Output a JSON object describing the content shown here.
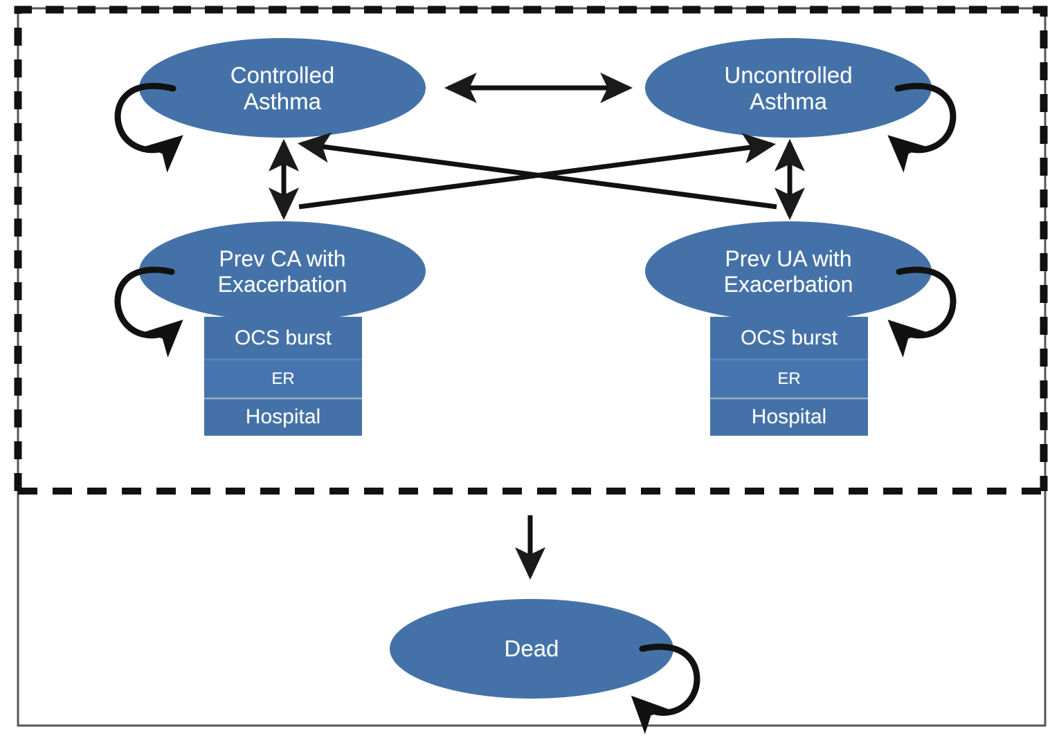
{
  "figure": {
    "type": "state-transition-diagram",
    "alive_compartment_border": "dashed",
    "outer_border": "solid"
  },
  "colors": {
    "node_fill": "#4472A8",
    "box_fill": "#4472A8",
    "box_divider": "#5B87BC",
    "node_text": "#FFFFFF",
    "arrow": "#1A1A1A",
    "border": "#1A1A1A",
    "background": "#FFFFFF"
  },
  "nodes": [
    {
      "id": "controlled-asthma",
      "label": "Controlled\nAsthma",
      "shape": "ellipse",
      "self_loop": true,
      "self_loop_side": "left"
    },
    {
      "id": "uncontrolled-asthma",
      "label": "Uncontrolled\nAsthma",
      "shape": "ellipse",
      "self_loop": true,
      "self_loop_side": "right"
    },
    {
      "id": "prev-ca-exacerbation",
      "label": "Prev CA with\nExacerbation",
      "shape": "ellipse",
      "self_loop": true,
      "self_loop_side": "left",
      "sub_boxes": [
        "OCS burst",
        "ER",
        "Hospital"
      ]
    },
    {
      "id": "prev-ua-exacerbation",
      "label": "Prev UA with\nExacerbation",
      "shape": "ellipse",
      "self_loop": true,
      "self_loop_side": "right",
      "sub_boxes": [
        "OCS burst",
        "ER",
        "Hospital"
      ]
    },
    {
      "id": "dead",
      "label": "Dead",
      "shape": "ellipse",
      "self_loop": true,
      "self_loop_side": "right"
    }
  ],
  "sub_boxes": {
    "left": {
      "ocs": "OCS burst",
      "er": "ER",
      "hospital": "Hospital"
    },
    "right": {
      "ocs": "OCS burst",
      "er": "ER",
      "hospital": "Hospital"
    }
  },
  "edges": [
    {
      "id": "ca-ua",
      "from": "controlled-asthma",
      "to": "uncontrolled-asthma",
      "style": "double-headed",
      "orientation": "horizontal"
    },
    {
      "id": "ca-prevca",
      "from": "controlled-asthma",
      "to": "prev-ca-exacerbation",
      "style": "double-headed",
      "orientation": "vertical"
    },
    {
      "id": "ua-prevua",
      "from": "uncontrolled-asthma",
      "to": "prev-ua-exacerbation",
      "style": "double-headed",
      "orientation": "vertical"
    },
    {
      "id": "prevua-ca",
      "from": "prev-ua-exacerbation",
      "to": "controlled-asthma",
      "style": "single-headed",
      "orientation": "diagonal"
    },
    {
      "id": "prevca-ua",
      "from": "prev-ca-exacerbation",
      "to": "uncontrolled-asthma",
      "style": "single-headed",
      "orientation": "diagonal"
    },
    {
      "id": "alive-dead",
      "from": "alive-states",
      "to": "dead",
      "style": "single-headed",
      "orientation": "vertical"
    }
  ]
}
